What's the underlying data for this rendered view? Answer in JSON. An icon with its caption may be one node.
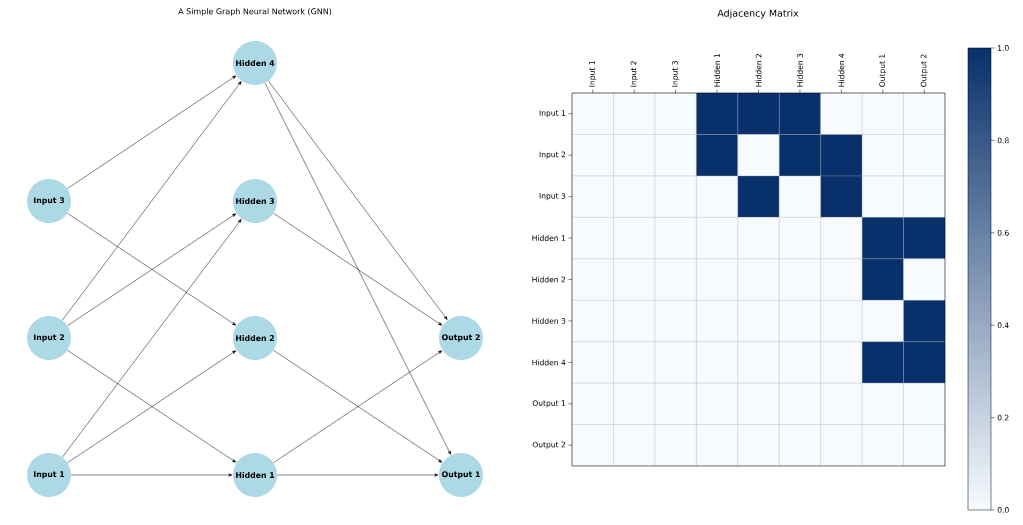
{
  "diagram": {
    "title": "A Simple Graph Neural Network (GNN)",
    "nodes": [
      {
        "text": [
          "Input 1"
        ]
      },
      {
        "text": [
          "Input 2"
        ]
      },
      {
        "text": [
          "Input 3"
        ]
      },
      {
        "text": [
          "Hidden 1"
        ]
      },
      {
        "text": [
          "Hidden 2"
        ]
      },
      {
        "text": [
          "Hidden 3"
        ]
      },
      {
        "text": [
          "Hidden 4"
        ]
      },
      {
        "text": [
          "Output 1"
        ]
      },
      {
        "text": [
          "Output 2"
        ]
      }
    ],
    "edges": [
      {
        "from": 0,
        "to": 3,
        "arrow": "to"
      },
      {
        "from": 0,
        "to": 4,
        "arrow": "to"
      },
      {
        "from": 0,
        "to": 5,
        "arrow": "to"
      },
      {
        "from": 1,
        "to": 3,
        "arrow": "to"
      },
      {
        "from": 1,
        "to": 5,
        "arrow": "to"
      },
      {
        "from": 1,
        "to": 6,
        "arrow": "to"
      },
      {
        "from": 2,
        "to": 4,
        "arrow": "to"
      },
      {
        "from": 2,
        "to": 6,
        "arrow": "to"
      },
      {
        "from": 3,
        "to": 7,
        "arrow": "to"
      },
      {
        "from": 3,
        "to": 8,
        "arrow": "to"
      },
      {
        "from": 4,
        "to": 7,
        "arrow": "to"
      },
      {
        "from": 5,
        "to": 8,
        "arrow": "to"
      },
      {
        "from": 6,
        "to": 7,
        "arrow": "to"
      },
      {
        "from": 6,
        "to": 8,
        "arrow": "to"
      }
    ],
    "labels": [
      "Adjacency Matrix",
      "Input 1",
      "Input 2",
      "Input 3",
      "Hidden 1",
      "Hidden 2",
      "Hidden 3",
      "Hidden 4",
      "Output 1",
      "Output 2",
      "Input 1",
      "Input 2",
      "Input 3",
      "Hidden 1",
      "Hidden 2",
      "Hidden 3",
      "Hidden 4",
      "Output 1",
      "Output 2",
      "1.0",
      "0.8",
      "0.6",
      "0.4",
      "0.2",
      "0.0"
    ]
  }
}
